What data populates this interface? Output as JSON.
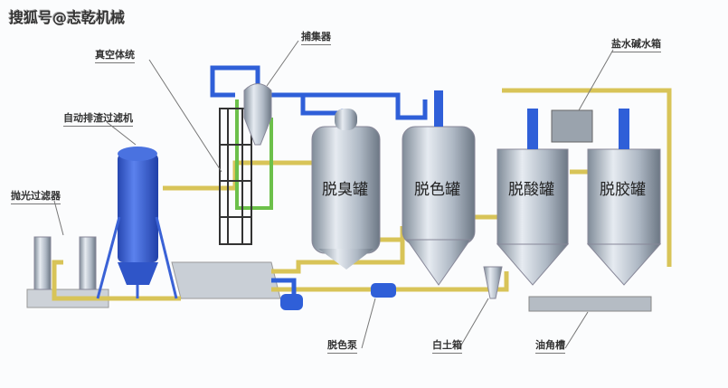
{
  "watermark": "搜狐号@志乾机械",
  "labels": {
    "collector": "捕集器",
    "vacuum_system": "真空体统",
    "auto_filter": "自动排渣过滤机",
    "polish_filter": "抛光过滤器",
    "brine_tank": "盐水碱水箱",
    "bleach_pump": "脱色泵",
    "clay_tank": "白土箱",
    "soapstock_tank": "油角槽"
  },
  "tanks": [
    "脱臭罐",
    "脱色罐",
    "脱酸罐",
    "脱胶罐"
  ],
  "colors": {
    "pipe_blue": "#2f5fd8",
    "pipe_yellow": "#d8c458",
    "pipe_green": "#6cc04a",
    "steel": "#b9c3cf",
    "filter_blue": "#3a62d6"
  }
}
